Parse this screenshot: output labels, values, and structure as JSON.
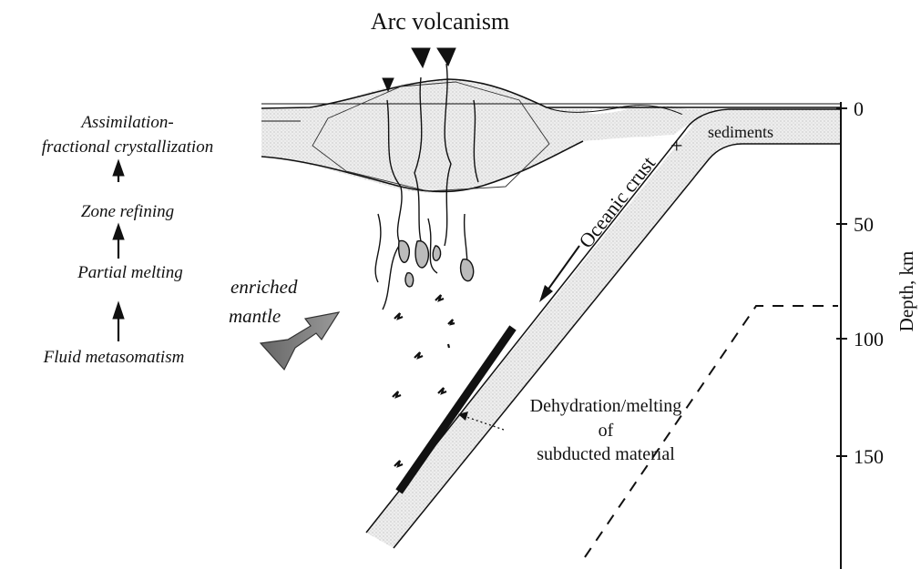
{
  "title": "Arc volcanism",
  "process_steps": [
    "Assimilation-",
    "fractional  crystallization",
    "Zone refining",
    "Partial melting",
    "Fluid metasomatism"
  ],
  "enriched_mantle": [
    "enriched",
    "mantle"
  ],
  "slab_label": "Oceanic crust",
  "plus_sign": "+",
  "sediments_label": "sediments",
  "dehydration_label": [
    "Dehydration/melting",
    "of",
    "subducted material"
  ],
  "depth_axis": {
    "title": "Depth, km",
    "ticks": [
      "0",
      "50",
      "100",
      "150"
    ]
  }
}
